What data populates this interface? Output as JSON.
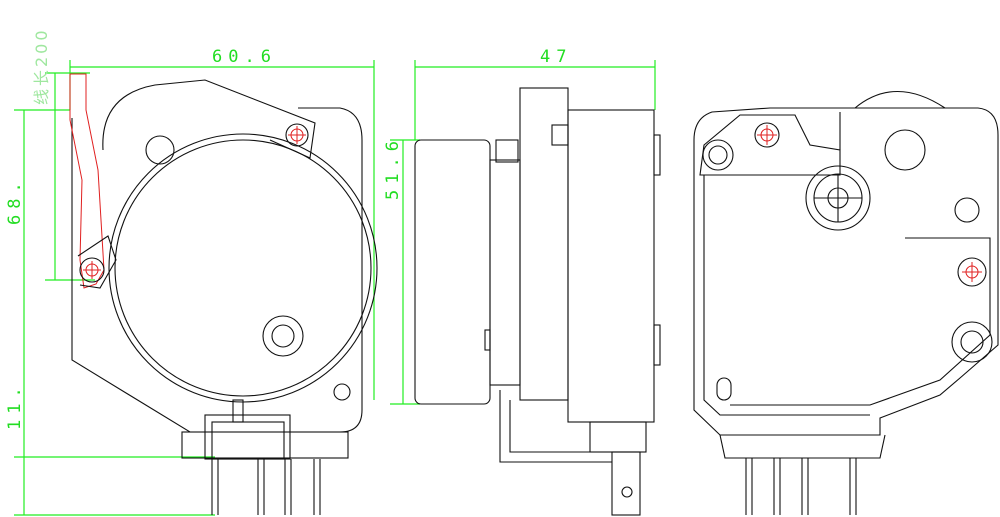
{
  "drawing": {
    "title": "Defrost timer outline drawing",
    "dimensions": {
      "front_width": "60.6",
      "side_width": "47",
      "height_upper": "68.",
      "height_lower": "11.",
      "side_height": "51.6",
      "wire_length": "线长200"
    },
    "colors": {
      "dimension": "#22dd22",
      "outline": "#111111",
      "center_marks": "#e02020"
    }
  }
}
